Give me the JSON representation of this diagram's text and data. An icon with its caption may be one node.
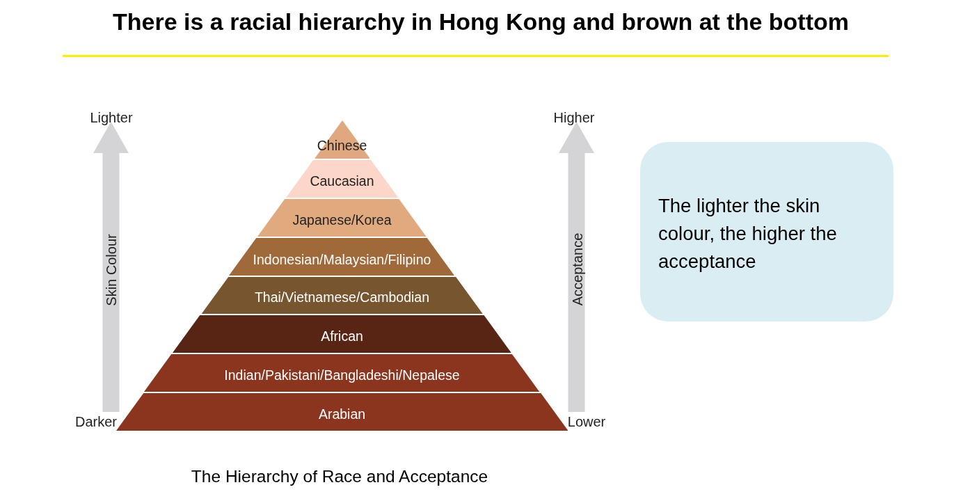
{
  "diagram": {
    "title": "There is a racial hierarchy in Hong Kong and brown at the bottom",
    "caption": "The Hierarchy of Race and Acceptance",
    "nodes": [
      {
        "text": [
          "Chinese"
        ]
      },
      {
        "text": [
          "Caucasian"
        ]
      },
      {
        "text": [
          "Japanese/Korea"
        ]
      },
      {
        "text": [
          "Indonesian/Malaysian/Filipino"
        ]
      },
      {
        "text": [
          "Thai/Vietnamese/Cambodian"
        ]
      },
      {
        "text": [
          "African"
        ]
      },
      {
        "text": [
          "Indian/Pakistani/Bangladeshi/Nepalese"
        ]
      },
      {
        "text": [
          "Arabian"
        ]
      },
      {
        "text": [
          "The lighter the skin colour, the higher the acceptance"
        ]
      }
    ],
    "labels": [
      "Lighter",
      "Higher",
      "Skin Colour",
      "Acceptance",
      "Darker",
      "Lower"
    ]
  }
}
